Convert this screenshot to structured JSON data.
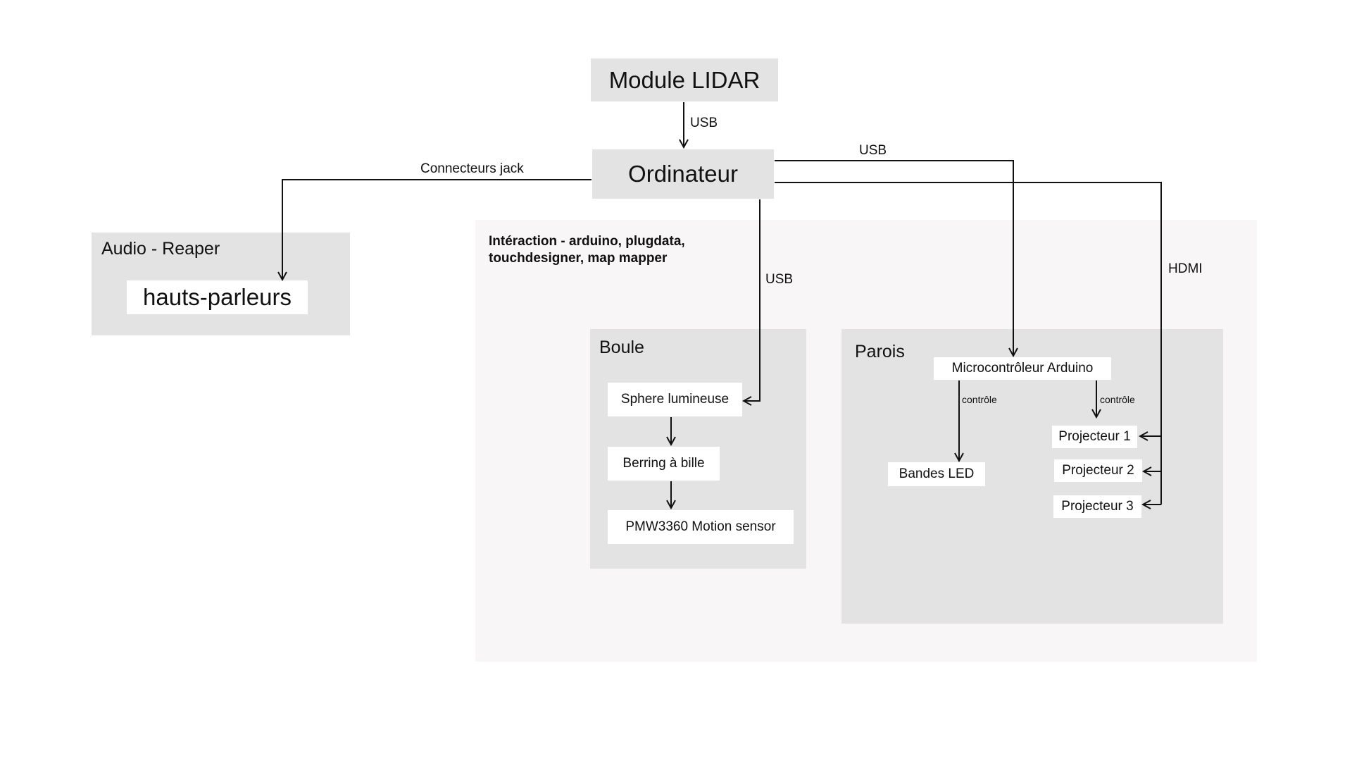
{
  "nodes": {
    "lidar": "Module LIDAR",
    "computer": "Ordinateur",
    "speakers": "hauts-parleurs",
    "sphere": "Sphere lumineuse",
    "bearing": "Berring à bille",
    "motion_sensor": "PMW3360 Motion sensor",
    "arduino": "Microcontrôleur Arduino",
    "led_strips": "Bandes LED",
    "projector_1": "Projecteur 1",
    "projector_2": "Projecteur 2",
    "projector_3": "Projecteur 3"
  },
  "groups": {
    "audio": "Audio - Reaper",
    "interaction_line1": "Intéraction - arduino, plugdata,",
    "interaction_line2": "touchdesigner, map mapper",
    "ball": "Boule",
    "walls": "Parois"
  },
  "connections": {
    "lidar_to_computer": "USB",
    "computer_to_speakers": "Connecteurs jack",
    "computer_to_sphere": "USB",
    "computer_to_arduino": "USB",
    "computer_to_projectors": "HDMI",
    "arduino_to_leds": "contrôle",
    "arduino_to_projectors": "contrôle"
  },
  "colors": {
    "panel": "#e3e3e3",
    "zone": "#f8f6f6",
    "node": "#ffffff",
    "wire": "#111111"
  }
}
